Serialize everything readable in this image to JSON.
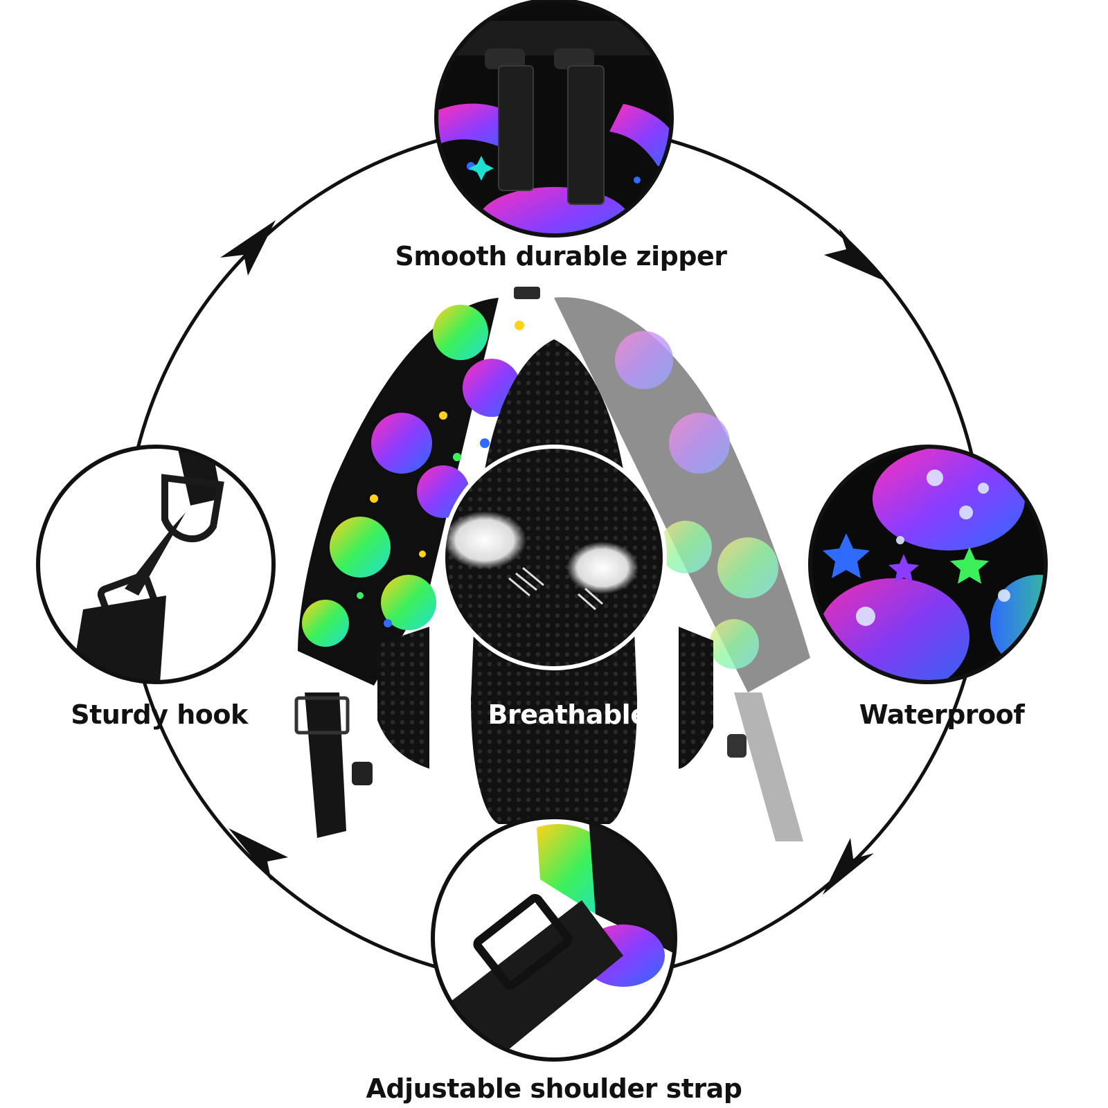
{
  "features": {
    "zipper": "Smooth durable zipper",
    "hook": "Sturdy hook",
    "waterproof": "Waterproof",
    "breathable": "Breathable",
    "strap": "Adjustable shoulder strap"
  },
  "colors": {
    "background": "#ffffff",
    "ring": "#111111",
    "bag_body": "#0d0d0d",
    "pattern_pink": "#ff2fb8",
    "pattern_purple": "#8a3dff",
    "pattern_blue": "#2f6bff",
    "pattern_green": "#3cf05a",
    "pattern_yellow": "#ffd21a",
    "pattern_cyan": "#1fe0d0"
  },
  "icons": [
    "arrow-left-up-icon",
    "arrow-right-down-icon",
    "arrow-right-upper-icon",
    "arrow-left-lower-icon"
  ]
}
